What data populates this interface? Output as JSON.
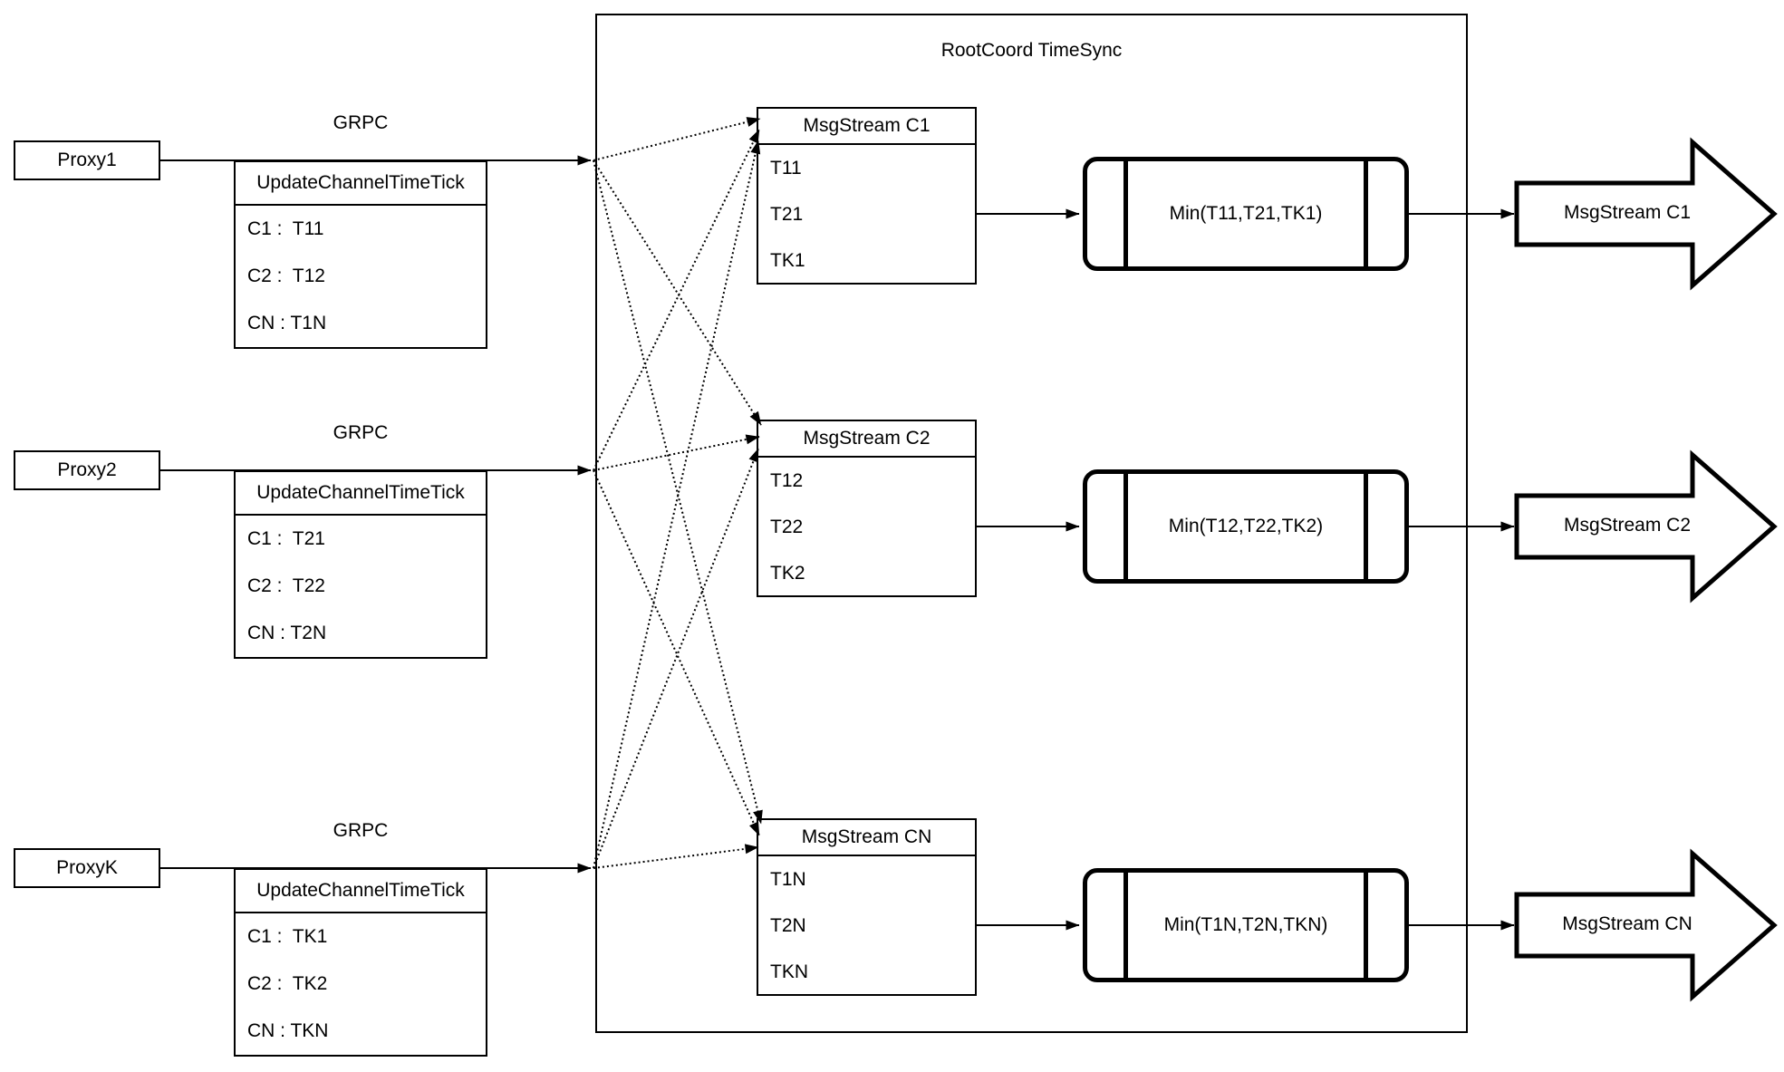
{
  "diagram": {
    "title": "RootCoord TimeSync",
    "grpc_label": "GRPC",
    "proxies": [
      {
        "name": "Proxy1",
        "rpc": "UpdateChannelTimeTick",
        "rows": [
          "C1 :  T11",
          "C2 :  T12",
          "CN : T1N"
        ]
      },
      {
        "name": "Proxy2",
        "rpc": "UpdateChannelTimeTick",
        "rows": [
          "C1 :  T21",
          "C2 :  T22",
          "CN : T2N"
        ]
      },
      {
        "name": "ProxyK",
        "rpc": "UpdateChannelTimeTick",
        "rows": [
          "C1 :  TK1",
          "C2 :  TK2",
          "CN : TKN"
        ]
      }
    ],
    "streams": [
      {
        "title": "MsgStream C1",
        "ticks": [
          "T11",
          "T21",
          "TK1"
        ],
        "min": "Min(T11,T21,TK1)",
        "output": "MsgStream C1"
      },
      {
        "title": "MsgStream C2",
        "ticks": [
          "T12",
          "T22",
          "TK2"
        ],
        "min": "Min(T12,T22,TK2)",
        "output": "MsgStream C2"
      },
      {
        "title": "MsgStream CN",
        "ticks": [
          "T1N",
          "T2N",
          "TKN"
        ],
        "min": "Min(T1N,T2N,TKN)",
        "output": "MsgStream CN"
      }
    ],
    "colors": {
      "stroke": "#000000",
      "background": "#ffffff"
    }
  }
}
